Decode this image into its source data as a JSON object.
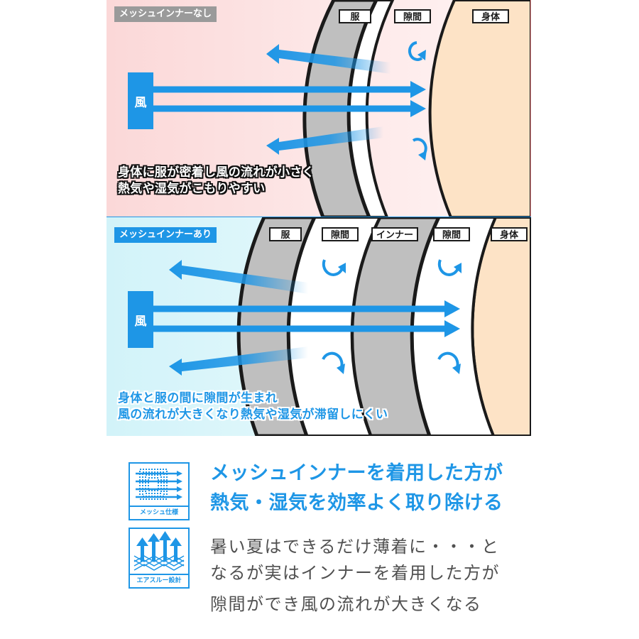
{
  "panel_without": {
    "tag": "メッシュインナーなし",
    "labels": {
      "clothes": "服",
      "gap": "隙間",
      "body": "身体"
    },
    "wind": "風",
    "caption": [
      "身体に服が密着し風の流れが小さく",
      "熱気や湿気がこもりやすい"
    ]
  },
  "panel_with": {
    "tag": "メッシュインナーあり",
    "labels": {
      "clothes": "服",
      "gap1": "隙間",
      "inner": "インナー",
      "gap2": "隙間",
      "body": "身体"
    },
    "wind": "風",
    "caption": [
      "身体と服の間に隙間が生まれ",
      "風の流れが大きくなり熱気や湿気が滞留しにくい"
    ]
  },
  "icons": {
    "mesh": {
      "label": "メッシュ仕様",
      "icon": "mesh-fabric-icon"
    },
    "airthrough": {
      "label": "エアスルー設計",
      "icon": "air-through-icon"
    }
  },
  "headline": [
    "メッシュインナーを着用した方が",
    "熱気・湿気を効率よく取り除ける"
  ],
  "body": [
    "暑い夏はできるだけ薄着に・・・と",
    "なるが実はインナーを着用した方が",
    "隙間ができ風の流れが大きくなる"
  ],
  "colors": {
    "accent": "#1e96e6",
    "clothes": "#bfbfbf",
    "skin": "#fde3c6",
    "panel_without_bg": "#fde4e4",
    "panel_with_bg": "#e2f7fb"
  }
}
